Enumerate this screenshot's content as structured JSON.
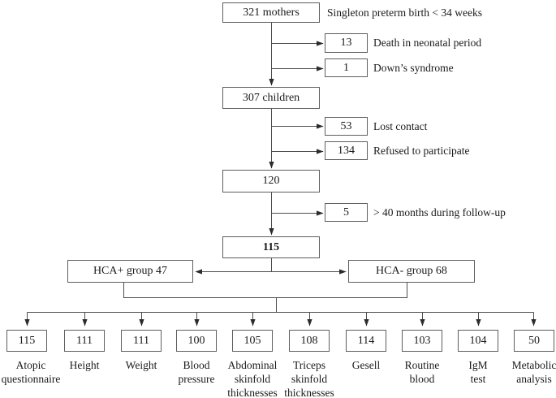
{
  "colors": {
    "line": "#4d4d4d",
    "arrowhead": "#2b2b2b",
    "box_border": "#5e5e5e",
    "text": "#1a1a1a",
    "background": "#ffffff"
  },
  "flow": {
    "top_note": "Singleton preterm birth < 34 weeks",
    "stages": [
      {
        "label": "321 mothers"
      },
      {
        "label": "307 children"
      },
      {
        "label": "120"
      },
      {
        "label": "115"
      }
    ],
    "exclusions": [
      {
        "value": "13",
        "label": "Death in neonatal period"
      },
      {
        "value": "1",
        "label": "Down’s syndrome"
      },
      {
        "value": "53",
        "label": "Lost contact"
      },
      {
        "value": "134",
        "label": "Refused to participate"
      },
      {
        "value": "5",
        "label": "> 40 months during follow-up"
      }
    ],
    "groups": [
      {
        "label": "HCA+ group 47"
      },
      {
        "label": "HCA- group 68"
      }
    ],
    "assessments": [
      {
        "value": "115",
        "label": "Atopic\nquestionnaire"
      },
      {
        "value": "111",
        "label": "Height"
      },
      {
        "value": "111",
        "label": "Weight"
      },
      {
        "value": "100",
        "label": "Blood\npressure"
      },
      {
        "value": "105",
        "label": "Abdominal\nskinfold\nthicknesses"
      },
      {
        "value": "108",
        "label": "Triceps\nskinfold\nthicknesses"
      },
      {
        "value": "114",
        "label": "Gesell"
      },
      {
        "value": "103",
        "label": "Routine\nblood"
      },
      {
        "value": "104",
        "label": "IgM\ntest"
      },
      {
        "value": "50",
        "label": "Metabolic\nanalysis"
      }
    ]
  }
}
